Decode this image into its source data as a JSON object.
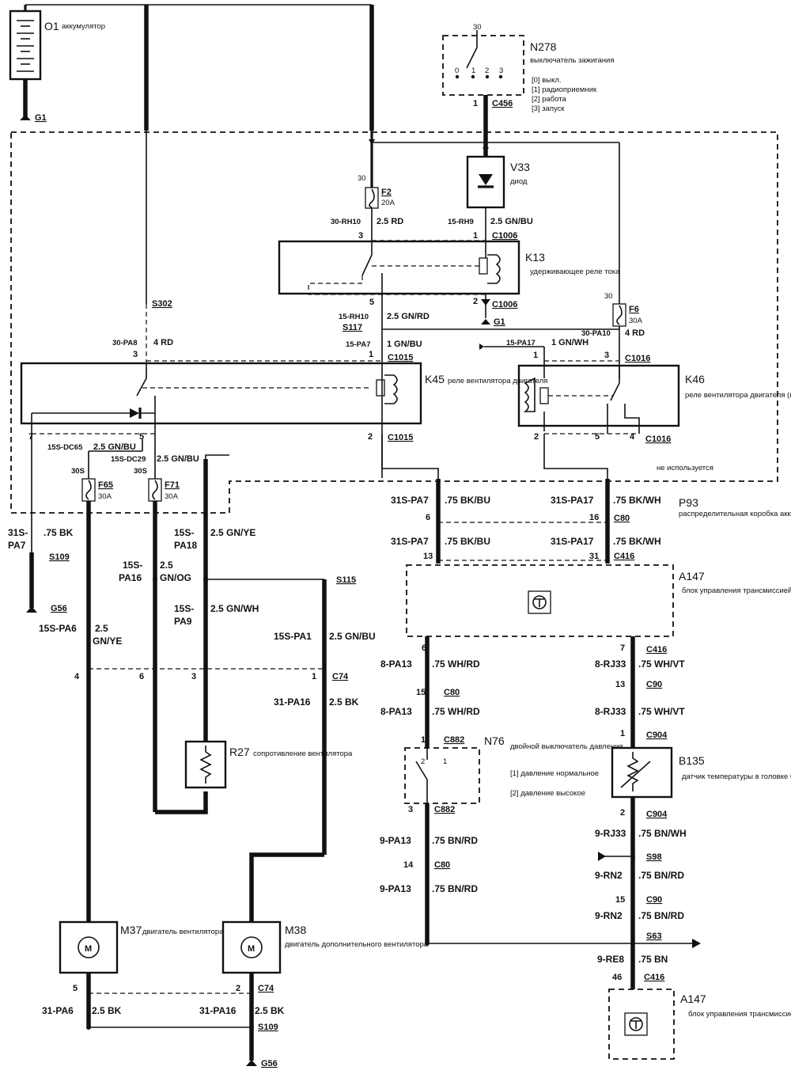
{
  "components": {
    "O1": {
      "code": "O1",
      "name": "аккумулятор"
    },
    "N278": {
      "code": "N278",
      "name": "выключатель зажигания",
      "positions": [
        "[0] выкл.",
        "[1] радиоприемник",
        "[2] работа",
        "[3] запуск"
      ],
      "pins": [
        "30",
        "0",
        "1",
        "2",
        "3"
      ]
    },
    "V33": {
      "code": "V33",
      "name": "диод"
    },
    "K13": {
      "code": "K13",
      "name": "удерживающее реле тока"
    },
    "K45": {
      "code": "K45",
      "name": "реле вентилятора двигателя"
    },
    "K46": {
      "code": "K46",
      "name": "реле вентилятора двигателя (высокая скорость)"
    },
    "P93": {
      "code": "P93",
      "name": "распределительная коробка аккумулятора (BJB)"
    },
    "A147": {
      "code": "A147",
      "name": "блок управления трансмиссией (PCM)"
    },
    "A147b": {
      "code": "A147",
      "name": "блок управления трансмиссией (PCM)"
    },
    "R27": {
      "code": "R27",
      "name": "сопротивление вентилятора"
    },
    "N76": {
      "code": "N76",
      "name": "двойной выключатель давления",
      "positions": [
        "[1] давление нормальное",
        "[2] давление высокое"
      ]
    },
    "B135": {
      "code": "B135",
      "name": "датчик температуры в головке блока цилиндров"
    },
    "M37": {
      "code": "M37",
      "name": "двигатель вентилятора"
    },
    "M38": {
      "code": "M38",
      "name": "двигатель дополнительного вентилятора"
    },
    "motor_symbol": "M"
  },
  "fuses": {
    "F2": {
      "code": "F2",
      "rating": "20A",
      "pin": "30"
    },
    "F6": {
      "code": "F6",
      "rating": "30A",
      "pin": "30"
    },
    "F65": {
      "code": "F65",
      "rating": "30A",
      "pin": "30S"
    },
    "F71": {
      "code": "F71",
      "rating": "30A",
      "pin": "30S"
    }
  },
  "connectors": {
    "c456": "C456",
    "c1006a": "C1006",
    "c1006b": "C1006",
    "c1015a": "C1015",
    "c1015b": "C1015",
    "c1016a": "C1016",
    "c1016b": "C1016",
    "c80a": "C80",
    "c80b": "C80",
    "c80c": "C80",
    "c416a": "C416",
    "c416b": "C416",
    "c416c": "C416",
    "c74a": "C74",
    "c74b": "C74",
    "c882a": "C882",
    "c882b": "C882",
    "c90a": "C90",
    "c90b": "C90",
    "c904a": "C904",
    "c904b": "C904"
  },
  "splices": {
    "s302": "S302",
    "s117": "S117",
    "s109a": "S109",
    "s109b": "S109",
    "s115": "S115",
    "s98": "S98",
    "s63": "S63"
  },
  "grounds": {
    "g1a": "G1",
    "g1b": "G1",
    "g56a": "G56",
    "g56b": "G56"
  },
  "pins": {
    "n278_out": "1",
    "f2_out": "3",
    "v33_out": "1",
    "k13_5": "5",
    "k13_2": "2",
    "k45_3": "3",
    "k45_1": "1",
    "k45_7": "7",
    "k45_5": "5",
    "k45_2": "2",
    "k46_1": "1",
    "k46_3": "3",
    "k46_2": "2",
    "k46_5": "5",
    "k46_4": "4",
    "c80_6": "6",
    "c80_16": "16",
    "c416_13": "13",
    "c416_31": "31",
    "pcm_6": "6",
    "pcm_7": "7",
    "c80_15": "15",
    "c90_13": "13",
    "c882_1": "1",
    "c882_3": "3",
    "c904_1": "1",
    "c904_2": "2",
    "n76_2": "2",
    "n76_1": "1",
    "c80_14": "14",
    "c90_15": "15",
    "c416_46": "46",
    "c74_4": "4",
    "c74_6": "6",
    "c74_3": "3",
    "c74_1": "1",
    "m37_5": "5",
    "m38_2": "2"
  },
  "wires": {
    "w30rh10": "30-RH10",
    "w30rh10s": "2.5 RD",
    "w15rh9": "15-RH9",
    "w15rh9s": "2.5 GN/BU",
    "w15rh10": "15-RH10",
    "w15rh10s": "2.5 GN/RD",
    "w30pa8": "30-PA8",
    "w30pa8s": "4 RD",
    "w15pa7": "15-PA7",
    "w15pa7s": "1 GN/BU",
    "w15pa17": "15-PA17",
    "w15pa17s": "1 GN/WH",
    "w30pa10": "30-PA10",
    "w30pa10s": "4 RD",
    "w15sdc65": "15S-DC65",
    "w15sdc65s": "2.5 GN/BU",
    "w15sdc29": "15S-DC29",
    "w15sdc29s": "2.5 GN/BU",
    "w31spa7a1": "31S-",
    "w31spa7a2": "PA7",
    "w31spa7as": ".75 BK",
    "w15spa18a": "15S-",
    "w15spa18b": "PA18",
    "w15spa18s": "2.5 GN/YE",
    "w15spa16a": "15S-",
    "w15spa16b": "PA16",
    "w15spa16s1": "2.5",
    "w15spa16s2": "GN/OG",
    "w15spa9a": "15S-",
    "w15spa9b": "PA9",
    "w15spa9s": "2.5 GN/WH",
    "w15spa6": "15S-PA6",
    "w15spa6s1": "2.5",
    "w15spa6s2": "GN/YE",
    "w15spa1": "15S-PA1",
    "w15spa1s": "2.5 GN/BU",
    "w31pa16": "31-PA16",
    "w31pa16s": "2.5 BK",
    "w31spa7b": "31S-PA7",
    "w31spa7bs": ".75 BK/BU",
    "w31spa7c": "31S-PA7",
    "w31spa7cs": ".75 BK/BU",
    "w31spa17a": "31S-PA17",
    "w31spa17as": ".75 BK/WH",
    "w31spa17b": "31S-PA17",
    "w31spa17bs": ".75 BK/WH",
    "w8pa13a": "8-PA13",
    "w8pa13as": ".75 WH/RD",
    "w8pa13b": "8-PA13",
    "w8pa13bs": ".75 WH/RD",
    "w8rj33a": "8-RJ33",
    "w8rj33as": ".75 WH/VT",
    "w8rj33b": "8-RJ33",
    "w8rj33bs": ".75 WH/VT",
    "w9pa13a": "9-PA13",
    "w9pa13as": ".75 BN/RD",
    "w9pa13b": "9-PA13",
    "w9pa13bs": ".75 BN/RD",
    "w9rj33": "9-RJ33",
    "w9rj33s": ".75 BN/WH",
    "w9rn2a": "9-RN2",
    "w9rn2as": ".75 BN/RD",
    "w9rn2b": "9-RN2",
    "w9rn2bs": ".75 BN/RD",
    "w9re8": "9-RE8",
    "w9re8s": ".75 BN",
    "w31pa6": "31-PA6",
    "w31pa6s": "2.5 BK",
    "w31pa16b": "31-PA16",
    "w31pa16bs": "2.5 BK"
  },
  "notes": {
    "not_used": "не используется"
  }
}
